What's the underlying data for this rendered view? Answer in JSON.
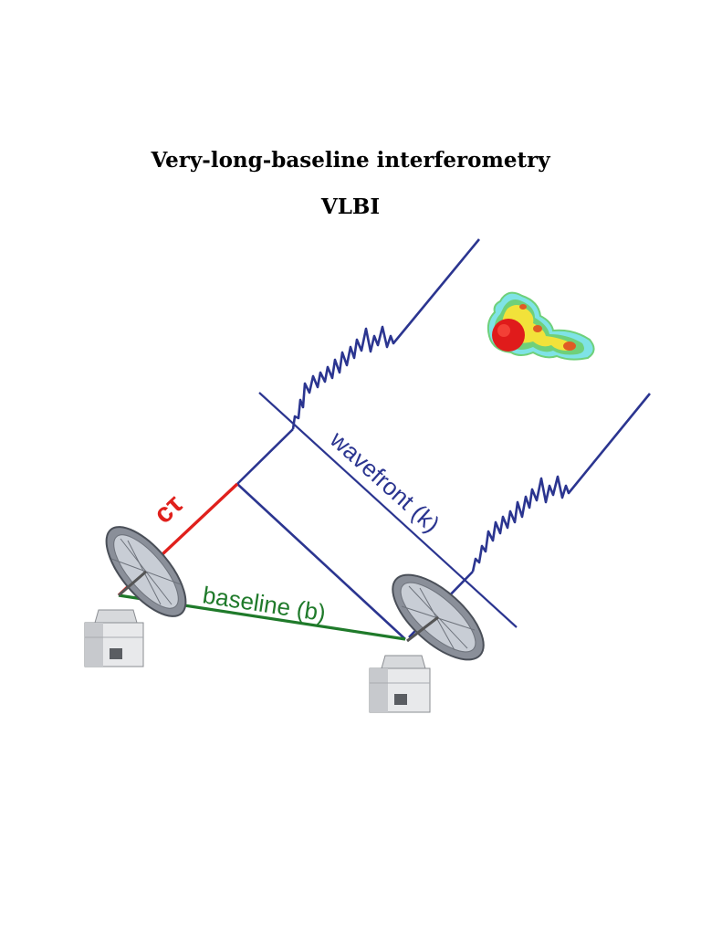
{
  "page": {
    "title": "Very-long-baseline interferometry",
    "subtitle": "VLBI"
  },
  "diagram": {
    "labels": {
      "delay": "cτ",
      "wavefront": "wavefront (k)",
      "baseline": "baseline (b)"
    },
    "colors": {
      "wave_blue": "#2b3590",
      "baseline_green": "#1f7a2a",
      "delay_red": "#e0201c",
      "source_red": "#e01b1b",
      "source_yellow": "#f2e23a",
      "source_green": "#6fd07a",
      "source_cyan": "#7fe3e6"
    },
    "icons": [
      "radio-telescope-icon",
      "radio-telescope-icon",
      "radio-source-image"
    ]
  }
}
